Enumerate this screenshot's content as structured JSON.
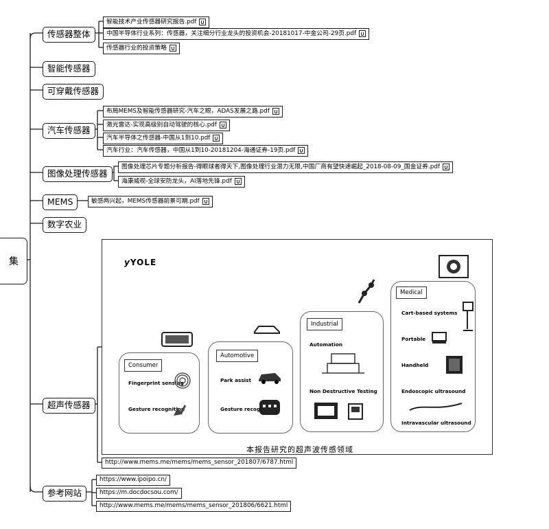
{
  "root": {
    "label": "集"
  },
  "branches": [
    {
      "label": "传感器整体",
      "links": [
        "智能技术产业传感器研究报告.pdf",
        "中国半导体行业系列：传感器，关注细分行业龙头的投资机会-20181017-中金公司-29页.pdf",
        "传感器行业的投资策略"
      ]
    },
    {
      "label": "智能传感器",
      "links": []
    },
    {
      "label": "可穿戴传感器",
      "links": []
    },
    {
      "label": "汽车传感器",
      "links": [
        "布局MEMS及智能传感器研究-汽车之眼，ADAS发展之路.pdf",
        "激光雷达-实现高级别自动驾驶的核心.pdf",
        "汽车半导体之传感器-中国从1到10.pdf",
        "汽车行业：汽车传感器，中国从1到10-20181204-海通证券-19页.pdf"
      ]
    },
    {
      "label": "图像处理传感器",
      "links": [
        "图像处理芯片专题分析报告-得眼球者得天下,图像处理行业潜力无限,中国厂商有望快速崛起_2018-08-09_国金证券.pdf",
        "海康威视-全球安防龙头，AI落地先锋.pdf"
      ]
    },
    {
      "label": "MEMS",
      "links": [
        "敏感两兴起，MEMS传感器前景可期.pdf"
      ]
    },
    {
      "label": "数字农业",
      "links": []
    },
    {
      "label": "超声传感器",
      "links": [
        "http://www.mems.me/mems/mems_sensor_201807/6787.html"
      ],
      "image": {
        "logo": "YOLE",
        "caption": "本报告研究的超声波传感领域",
        "categories": [
          {
            "title": "Consumer",
            "items": [
              "Fingerprint sensing",
              "Gesture recognition"
            ]
          },
          {
            "title": "Automotive",
            "items": [
              "Park assist",
              "Gesture recognition"
            ]
          },
          {
            "title": "Industrial",
            "items": [
              "Automation",
              "Non Destructive Testing"
            ]
          },
          {
            "title": "Medical",
            "items": [
              "Cart-based systems",
              "Portable",
              "Handheld",
              "Endoscopic ultrasound",
              "Intravascular ultrasound"
            ]
          }
        ]
      }
    },
    {
      "label": "参考网站",
      "links": [
        "https://www.ipoipo.cn/",
        "https://m.docdocsou.com/",
        "http://www.mems.me/mems/mems_sensor_201806/6621.html"
      ]
    }
  ]
}
